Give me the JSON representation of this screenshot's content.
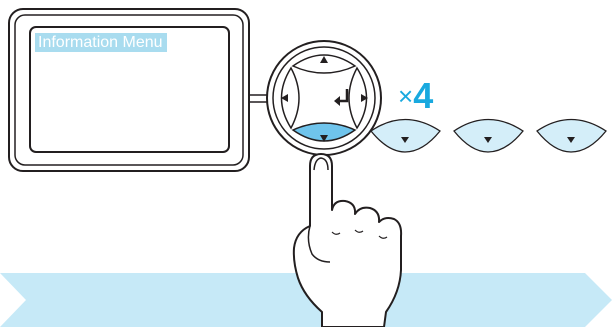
{
  "display": {
    "menu_label": "Information Menu"
  },
  "instruction": {
    "times_symbol": "×",
    "press_count": "4"
  },
  "colors": {
    "accent": "#19a9df",
    "highlight": "#a9dcef",
    "band": "#c6e9f7",
    "active_key": "#6fc4ec",
    "ghost_key": "#d4eef9",
    "outline": "#231f20"
  },
  "icons": {
    "control_pad": "four-way-pad-with-enter",
    "pressed_key": "down-arrow",
    "hand": "pointing-finger"
  }
}
